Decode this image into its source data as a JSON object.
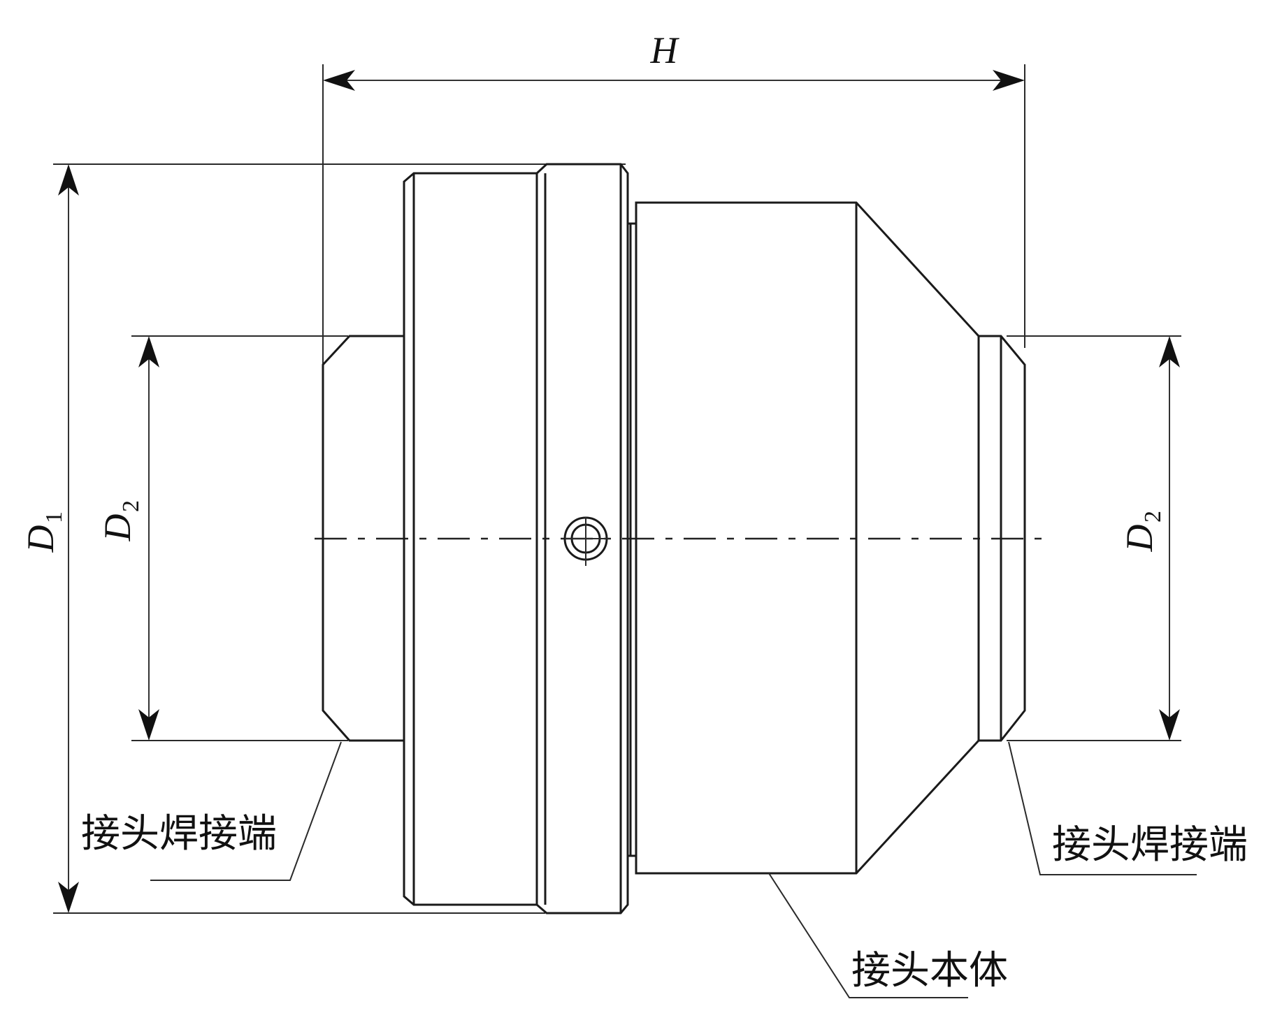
{
  "dimensions": {
    "overall_length": "H",
    "outer_diameter": {
      "letter": "D",
      "subscript": "1"
    },
    "left_end_diameter": {
      "letter": "D",
      "subscript": "2"
    },
    "right_end_diameter": {
      "letter": "D",
      "subscript": "2"
    }
  },
  "callouts": {
    "left_weld_end": "接头焊接端",
    "right_weld_end": "接头焊接端",
    "body": "接头本体"
  }
}
